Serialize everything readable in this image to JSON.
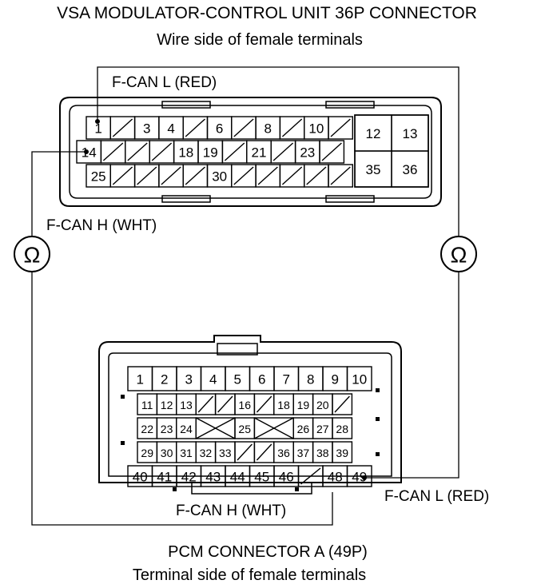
{
  "titles": {
    "vsa_title": "VSA MODULATOR-CONTROL UNIT 36P CONNECTOR",
    "vsa_subtitle": "Wire side of female terminals",
    "pcm_title": "PCM CONNECTOR A (49P)",
    "pcm_subtitle": "Terminal side of female terminals"
  },
  "wire_labels": {
    "vsa_fcan_l": "F-CAN L (RED)",
    "vsa_fcan_h": "F-CAN H (WHT)",
    "pcm_fcan_l": "F-CAN L (RED)",
    "pcm_fcan_h": "F-CAN H (WHT)"
  },
  "meter_symbol": "Ω",
  "vsa_connector": {
    "main_rows": [
      [
        "1",
        "",
        "3",
        "4",
        "",
        "6",
        "",
        "8",
        "",
        "10",
        ""
      ],
      [
        "14",
        "",
        "",
        "",
        "18",
        "19",
        "",
        "21",
        "",
        "23",
        ""
      ],
      [
        "25",
        "",
        "",
        "",
        "",
        "30",
        "",
        "",
        "",
        "",
        ""
      ]
    ],
    "side_block": [
      [
        "12",
        "13"
      ],
      [
        "35",
        "36"
      ]
    ]
  },
  "pcm_connector": {
    "row1": [
      "1",
      "2",
      "3",
      "4",
      "5",
      "6",
      "7",
      "8",
      "9",
      "10"
    ],
    "row2": [
      "11",
      "12",
      "13",
      "",
      "",
      "16",
      "",
      "18",
      "19",
      "20",
      ""
    ],
    "row3": [
      "22",
      "23",
      "24",
      "",
      "25",
      "",
      "26",
      "27",
      "28"
    ],
    "row4": [
      "29",
      "30",
      "31",
      "32",
      "33",
      "",
      "",
      "36",
      "37",
      "38",
      "39"
    ],
    "row5": [
      "40",
      "41",
      "42",
      "43",
      "44",
      "45",
      "46",
      "",
      "48",
      "49"
    ]
  }
}
